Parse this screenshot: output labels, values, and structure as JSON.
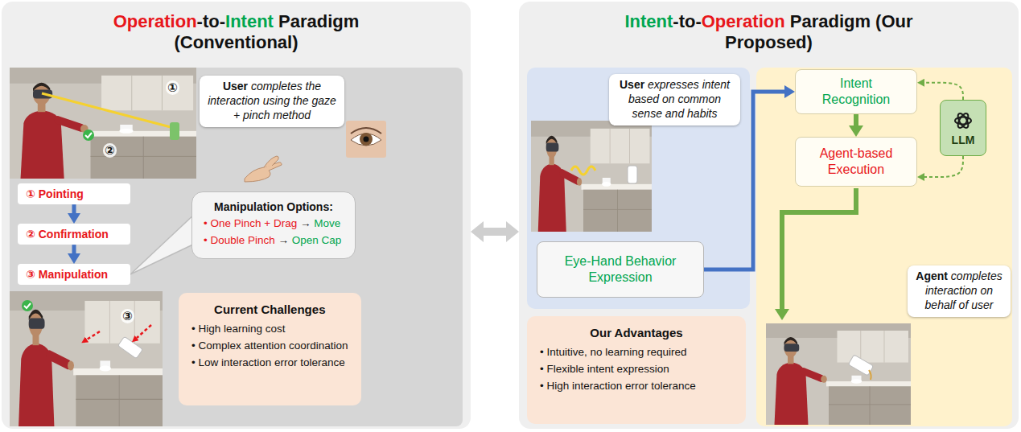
{
  "diagram": {
    "nodes": [
      {
        "text": [
          "Operation-to-Intent Paradigm (Conventional)"
        ]
      },
      {
        "text": [
          "User completes the interaction using the gaze + pinch method"
        ],
        "in": 0
      },
      {
        "text": [
          "① Pointing"
        ],
        "in": 0
      },
      {
        "text": [
          "② Confirmation"
        ],
        "in": 0
      },
      {
        "text": [
          "③ Manipulation"
        ],
        "in": 0
      },
      {
        "text": [
          "Manipulation Options:",
          "• One Pinch + Drag → Move",
          "• Double Pinch → Open Cap"
        ],
        "in": 0
      },
      {
        "text": [
          "Current Challenges",
          "• High learning cost",
          "• Complex attention coordination",
          "• Low interaction error tolerance"
        ],
        "in": 0
      },
      {
        "text": [
          "Intent-to-Operation Paradigm (Our Proposed)"
        ]
      },
      {
        "text": [
          "User expresses intent based on common sense and habits"
        ],
        "in": 7
      },
      {
        "text": [
          "Eye-Hand Behavior Expression"
        ],
        "in": 7
      },
      {
        "text": [
          "Intent Recognition"
        ],
        "in": 7
      },
      {
        "text": [
          "Agent-based Execution"
        ],
        "in": 7
      },
      {
        "text": [
          "LLM"
        ],
        "in": 7
      },
      {
        "text": [
          "Agent completes interaction on behalf of user"
        ],
        "in": 7
      },
      {
        "text": [
          "Our Advantages",
          "• Intuitive, no learning required",
          "• Flexible intent expression",
          "• High interaction error tolerance"
        ],
        "in": 7
      }
    ],
    "edges": [
      {
        "from": 0,
        "to": 7,
        "arrow": "both"
      },
      {
        "from": 2,
        "to": 3,
        "arrow": "to"
      },
      {
        "from": 3,
        "to": 4,
        "arrow": "to"
      },
      {
        "from": 9,
        "to": 10,
        "arrow": "to"
      },
      {
        "from": 10,
        "to": 11,
        "arrow": "to"
      },
      {
        "from": 12,
        "to": 10,
        "arrow": "to"
      },
      {
        "from": 12,
        "to": 11,
        "arrow": "to"
      }
    ],
    "labels": [
      "①",
      "②",
      "③"
    ]
  }
}
